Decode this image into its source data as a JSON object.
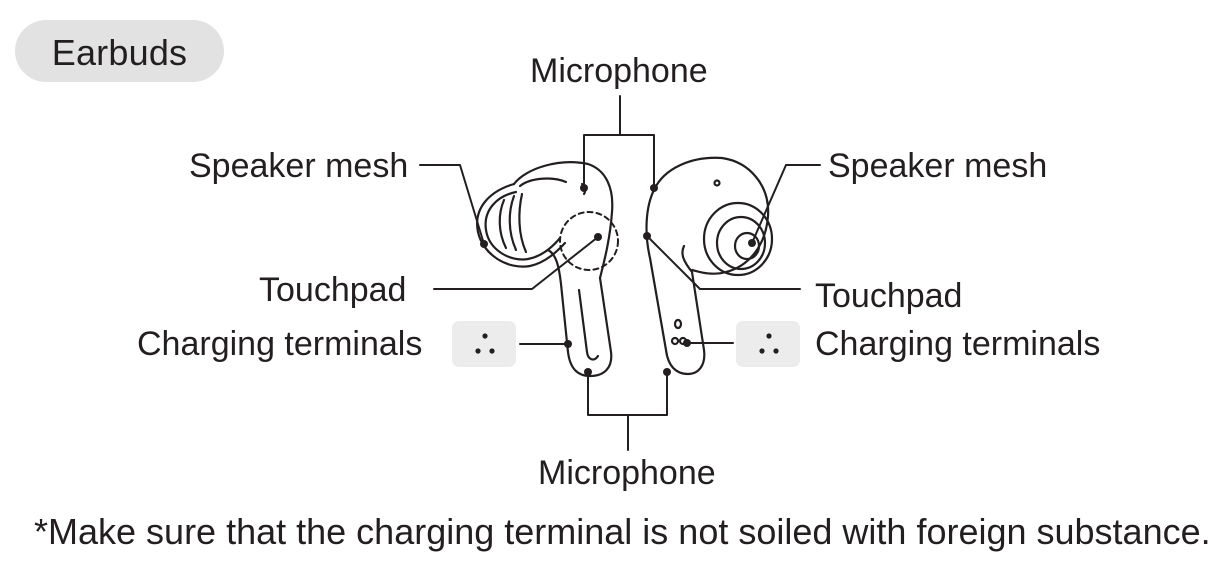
{
  "section_title": "Earbuds",
  "labels": {
    "microphone_top": "Microphone",
    "speaker_mesh_left": "Speaker mesh",
    "speaker_mesh_right": "Speaker mesh",
    "touchpad_left": "Touchpad",
    "touchpad_right": "Touchpad",
    "charging_terminals_left": "Charging terminals",
    "charging_terminals_right": "Charging terminals",
    "microphone_bottom": "Microphone"
  },
  "footnote": "*Make sure that the charging terminal is not soiled with foreign substance.",
  "colors": {
    "ink": "#231f20",
    "pill_background": "#e2e2e3",
    "terminal_background": "#ececec"
  }
}
